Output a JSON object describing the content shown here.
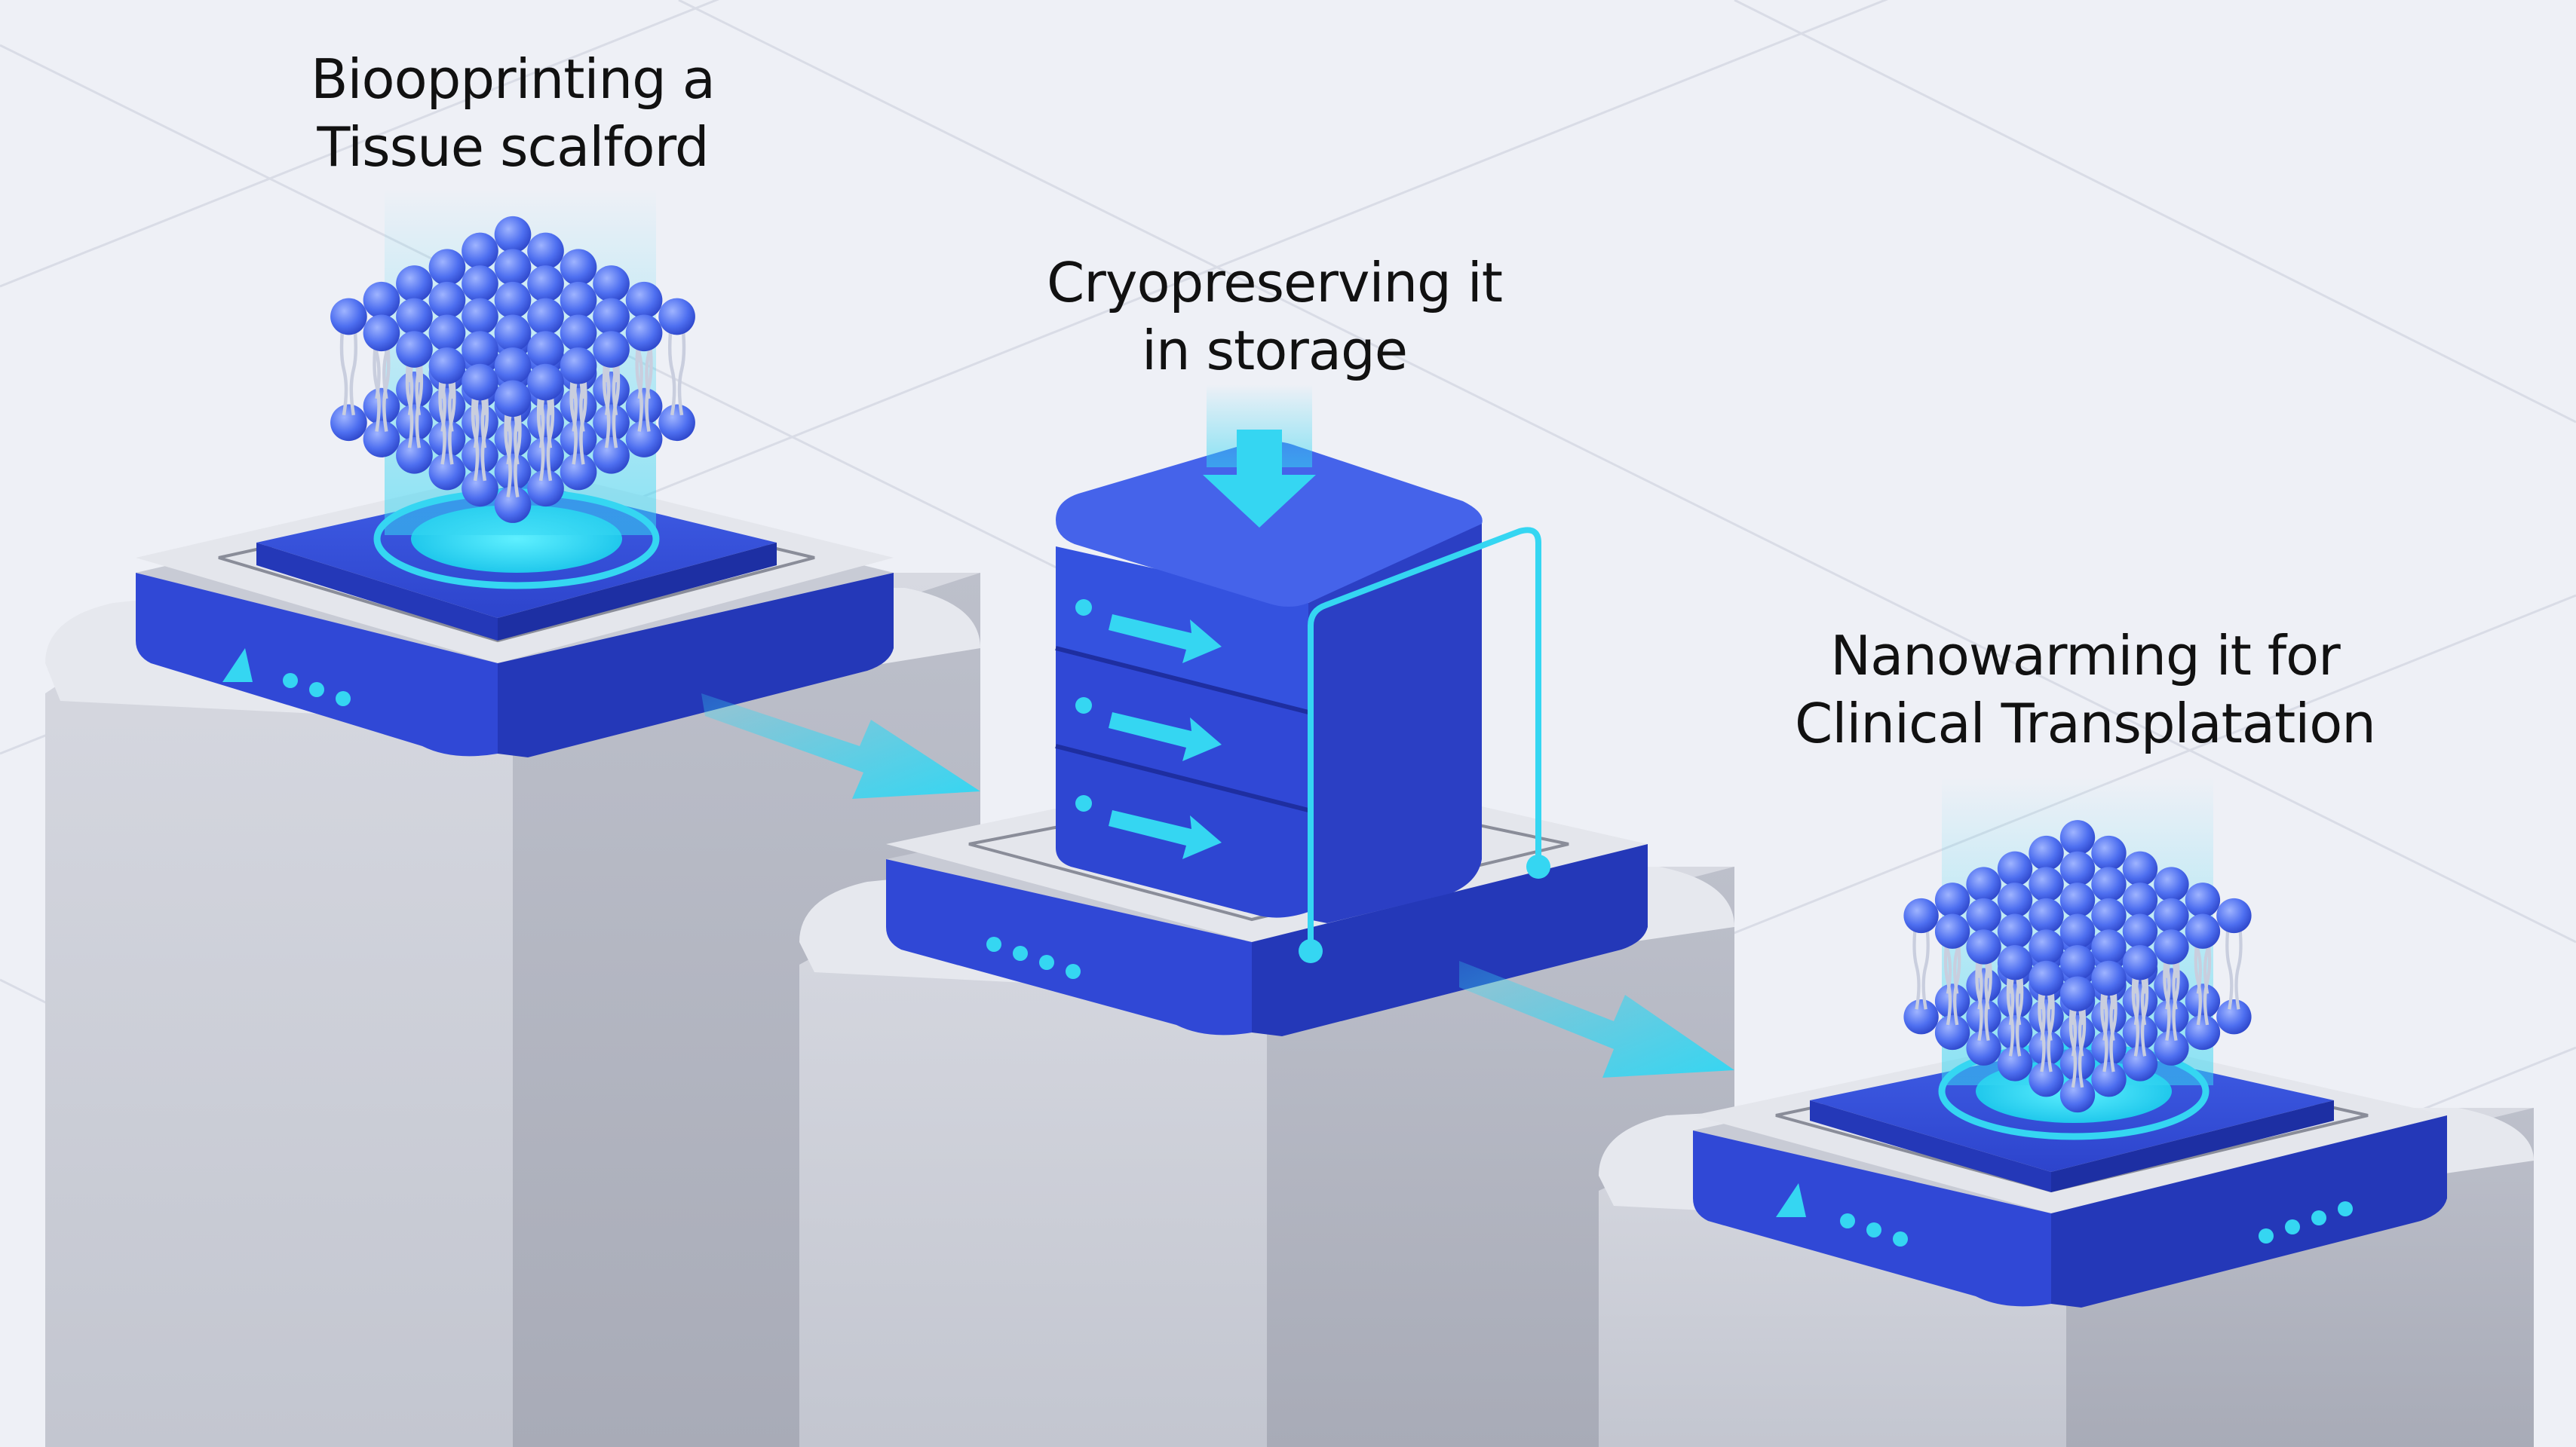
{
  "steps": [
    {
      "id": "bioprinting",
      "label_lines": [
        "Bioopprinting a",
        "Tissue scalford"
      ],
      "device": "tissue-scaffold-printer"
    },
    {
      "id": "cryopreserving",
      "label_lines": [
        "Cryopreserving it",
        "in storage"
      ],
      "device": "cryo-storage-unit"
    },
    {
      "id": "nanowarming",
      "label_lines": [
        "Nanowarming it for",
        "Clinical Transplatation"
      ],
      "device": "nanowarming-platform"
    }
  ],
  "icons": [
    "lipid-bilayer-scaffold-icon",
    "storage-rack-icon",
    "down-arrow-icon",
    "flow-arrow-icon"
  ],
  "colors": {
    "background": "#eef0f6",
    "device_blue": "#3048d6",
    "device_blue_dark": "#2438b8",
    "accent_cyan": "#35d6f2",
    "pillar_light": "#dadce4",
    "pillar_dark": "#b9bcc8",
    "label_text": "#111111"
  }
}
